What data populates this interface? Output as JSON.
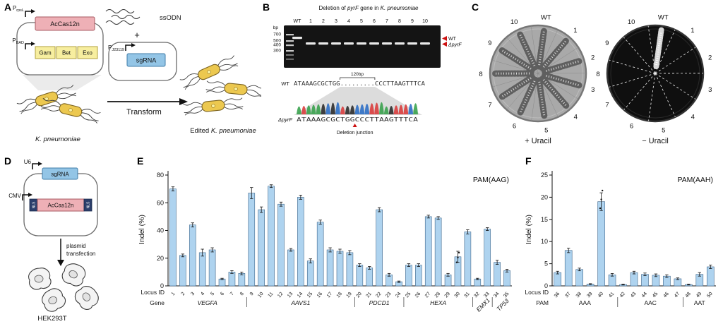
{
  "figure_labels": {
    "A": "A",
    "B": "B",
    "C": "C",
    "D": "D",
    "E": "E",
    "F": "F"
  },
  "colors": {
    "pink": "#eeb0b6",
    "yellow": "#f7ee9f",
    "blue": "#93c5e6",
    "navy": "#2c3e6b",
    "bacteria": "#ecc84f",
    "bar_fill": "#aed3ef",
    "red_marker": "#cc1111"
  },
  "panelA": {
    "promoter_rpsL_main": "P",
    "promoter_rpsL_sub": "rpsL",
    "cas_label": "AcCas12n",
    "promoter_BAD_main": "P",
    "promoter_BAD_sub": "BAD",
    "gam": "Gam",
    "bet": "Bet",
    "exo": "Exo",
    "ssodn": "ssODN",
    "plus": "+",
    "promoter_J23119_main": "P",
    "promoter_J23119_sub": "J23119",
    "sgrna": "sgRNA",
    "transform": "Transform",
    "host": "K. pneumoniae",
    "edited_prefix": "Edited ",
    "edited_host": "K. pneumoniae"
  },
  "panelB": {
    "title_1": "Deletion of ",
    "title_2": "pyrF",
    "title_3": " gene in ",
    "title_4": "K. pneumoniae",
    "bp": "bp",
    "ladder": [
      "700",
      "500",
      "400",
      "300"
    ],
    "lanes": [
      "WT",
      "1",
      "2",
      "3",
      "4",
      "5",
      "6",
      "7",
      "8",
      "9",
      "10"
    ],
    "band_wt_label": "WT",
    "band_mut_label": "ΔpyrF",
    "wt_label": "WT",
    "wt_seq": "ATAAAGCGCTGG.........CCCTTAAGTTTCA",
    "del_size": "120bp",
    "mut_label": "ΔpyrF",
    "mut_seq": "ATAAAGCGCTGGCCCTTAAGTTTCA",
    "junction_label": "Deletion junction"
  },
  "panelC": {
    "sector_labels": [
      "WT",
      "1",
      "2",
      "3",
      "4",
      "5",
      "6",
      "7",
      "8",
      "9",
      "10"
    ],
    "caption_plus": "+ Uracil",
    "caption_minus": "− Uracil"
  },
  "panelD": {
    "u6": "U6",
    "sgrna": "sgRNA",
    "cmv": "CMV",
    "nls": "NLS",
    "cas_label": "AcCas12n",
    "transfection_1": "plasmid",
    "transfection_2": "transfection",
    "cells": "HEK293T"
  },
  "chart_data": [
    {
      "id": "E",
      "type": "bar",
      "title": "PAM(AAG)",
      "ylabel": "Indel (%)",
      "ylim": [
        0,
        80
      ],
      "yticks": [
        0,
        20,
        40,
        60,
        80
      ],
      "row1_label": "Locus ID",
      "row2_label": "Gene",
      "categories": [
        1,
        2,
        3,
        4,
        5,
        6,
        7,
        8,
        9,
        10,
        11,
        12,
        13,
        14,
        15,
        16,
        17,
        18,
        19,
        20,
        21,
        22,
        23,
        24,
        25,
        26,
        27,
        28,
        29,
        30,
        31,
        32,
        33,
        34,
        35
      ],
      "values": [
        70,
        22,
        44,
        24,
        26,
        5,
        10,
        9,
        67,
        55,
        72,
        59,
        26,
        64,
        18,
        46,
        26,
        25,
        24,
        15,
        13,
        55,
        8,
        3,
        15,
        15,
        50,
        49,
        8,
        21,
        39,
        5,
        41,
        17,
        11
      ],
      "errors": [
        1.5,
        1,
        1.5,
        2.5,
        1.5,
        0.5,
        1,
        1,
        4,
        2,
        1,
        1.5,
        1,
        1.5,
        1.5,
        1.5,
        1.5,
        1.5,
        1.5,
        1,
        1,
        1.5,
        1,
        0.5,
        1,
        1,
        1,
        1,
        1,
        4,
        1.5,
        0.5,
        1,
        1.5,
        1
      ],
      "points": {
        "30": [
          17,
          20.5,
          24
        ]
      },
      "groups": [
        {
          "label": "VEGFA",
          "span": [
            1,
            8
          ],
          "italic": true
        },
        {
          "label": "AAVS1",
          "span": [
            9,
            19
          ],
          "italic": true
        },
        {
          "label": "PDCD1",
          "span": [
            20,
            24
          ],
          "italic": true
        },
        {
          "label": "HEXA",
          "span": [
            25,
            31
          ],
          "italic": true
        },
        {
          "label": "EMX1",
          "span": [
            32,
            33
          ],
          "italic": true,
          "rotate": true
        },
        {
          "label": "TP53",
          "span": [
            34,
            35
          ],
          "italic": true,
          "rotate": true
        }
      ]
    },
    {
      "id": "F",
      "type": "bar",
      "title": "PAM(AAH)",
      "ylabel": "Indel (%)",
      "ylim": [
        0,
        25
      ],
      "yticks": [
        0,
        5,
        10,
        15,
        20,
        25
      ],
      "row1_label": "Locus ID",
      "row2_label": "PAM",
      "categories": [
        36,
        37,
        38,
        39,
        40,
        41,
        42,
        43,
        44,
        45,
        46,
        47,
        48,
        49,
        50
      ],
      "values": [
        3,
        8,
        3.7,
        0.4,
        19,
        2.5,
        0.3,
        3,
        2.6,
        2.4,
        2.2,
        1.6,
        0.3,
        2.6,
        4.3
      ],
      "errors": [
        0.3,
        0.5,
        0.3,
        0.1,
        2,
        0.3,
        0.1,
        0.3,
        0.3,
        0.3,
        0.3,
        0.2,
        0.1,
        0.4,
        0.4
      ],
      "points": {
        "40": [
          17.5,
          19.5,
          21.5
        ]
      },
      "groups": [
        {
          "label": "AAA",
          "span": [
            36,
            41
          ]
        },
        {
          "label": "AAC",
          "span": [
            42,
            47
          ]
        },
        {
          "label": "AAT",
          "span": [
            48,
            50
          ]
        }
      ]
    }
  ]
}
